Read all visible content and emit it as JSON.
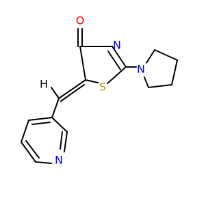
{
  "molecule": {
    "atoms": {
      "oxygen": {
        "label": "O",
        "color": "#ff0000"
      },
      "ring_nitrogen": {
        "label": "N",
        "color": "#0000ff"
      },
      "sulfur": {
        "label": "S",
        "color": "#b8a000"
      },
      "pyrrolidine_nitrogen": {
        "label": "N",
        "color": "#0000ff"
      },
      "pyridine_nitrogen": {
        "label": "N",
        "color": "#0000ff"
      },
      "exocyclic_h": {
        "label": "H",
        "color": "#000000"
      }
    }
  }
}
